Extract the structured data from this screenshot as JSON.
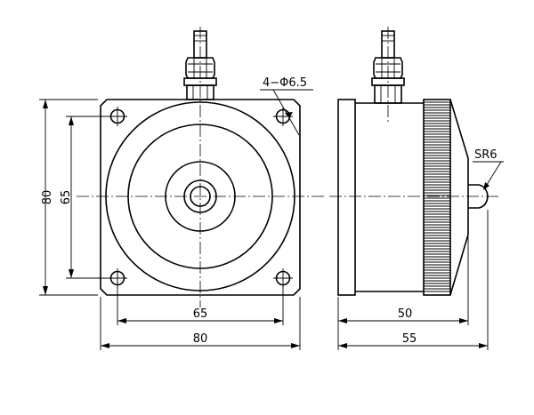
{
  "front_view": {
    "callout_holes": "4−Φ6.5",
    "dim_height_outer": "80",
    "dim_height_holes": "65",
    "dim_width_holes": "65",
    "dim_width_outer": "80"
  },
  "side_view": {
    "callout_radius": "SR6",
    "dim_body_width": "50",
    "dim_total_width": "55"
  }
}
